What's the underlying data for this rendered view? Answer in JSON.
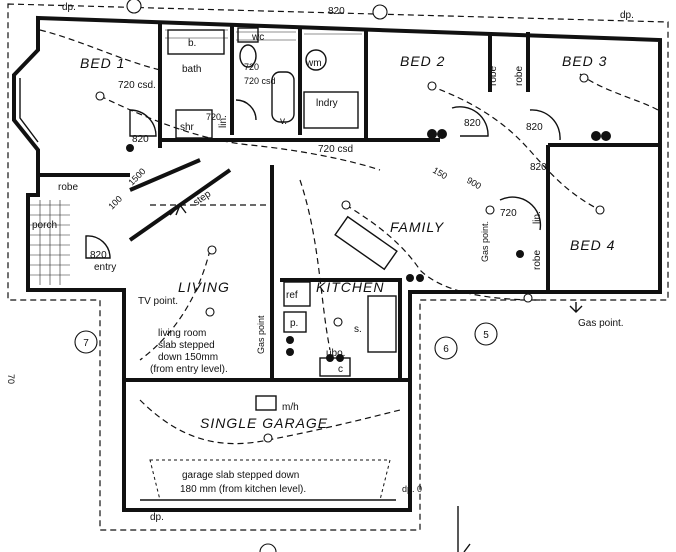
{
  "dimensions": {
    "dp_top_left": "dp.",
    "dp_top_right": "dp.",
    "dp_bottom": "dp.",
    "dp_right": "dp. 0",
    "top_820": "820",
    "bed1_720csd": "720 csd.",
    "bed2_820": "820",
    "bed3_820": "820",
    "bed4_820": "820",
    "bath_720": "720",
    "bath_720_csd": "720 csd",
    "shr_720": "720",
    "hall_720csd": "720 csd",
    "bed1_820": "820",
    "entry_1500": "1500",
    "entry_100": "100",
    "entry_820": "820",
    "family_150": "150",
    "family_900": "900",
    "bed4_720": "720",
    "side_70": "70"
  },
  "rooms": {
    "bed1": "BED 1",
    "bed2": "BED 2",
    "bed3": "BED 3",
    "bed4": "BED 4",
    "bath": "bath",
    "wc": "wc",
    "wm": "wm",
    "lndry": "lndry",
    "robe_bed1": "robe",
    "robe_bed2": "robe",
    "robe_bed3": "robe",
    "robe_bed4": "robe",
    "lin_bath": "lin.",
    "lin_bed4": "lin.",
    "shr": "shr",
    "porch": "porch",
    "entry": "entry",
    "living": "LIVING",
    "family": "FAMILY",
    "kitchen": "KITCHEN",
    "garage": "SINGLE  GARAGE",
    "fixture_b": "b.",
    "fixture_v": "v.",
    "fixture_ref": "ref",
    "fixture_p": "p.",
    "fixture_s": "s.",
    "fixture_ubo": "ubo.",
    "fixture_c": "c",
    "fixture_mh": "m/h"
  },
  "notes": {
    "step": "step",
    "tv_point": "TV point.",
    "gas_point_living": "Gas point",
    "gas_point_family": "Gas point.",
    "gas_point_outside": "Gas point.",
    "living_slab_1": "living room",
    "living_slab_2": "slab stepped",
    "living_slab_3": "down 150mm",
    "living_slab_4": "(from entry level).",
    "garage_slab_1": "garage slab stepped down",
    "garage_slab_2": "180 mm (from kitchen level)."
  },
  "markers": {
    "m7": "7",
    "m6": "6",
    "m5": "5",
    "m_top": "",
    "m_bottom": ""
  }
}
